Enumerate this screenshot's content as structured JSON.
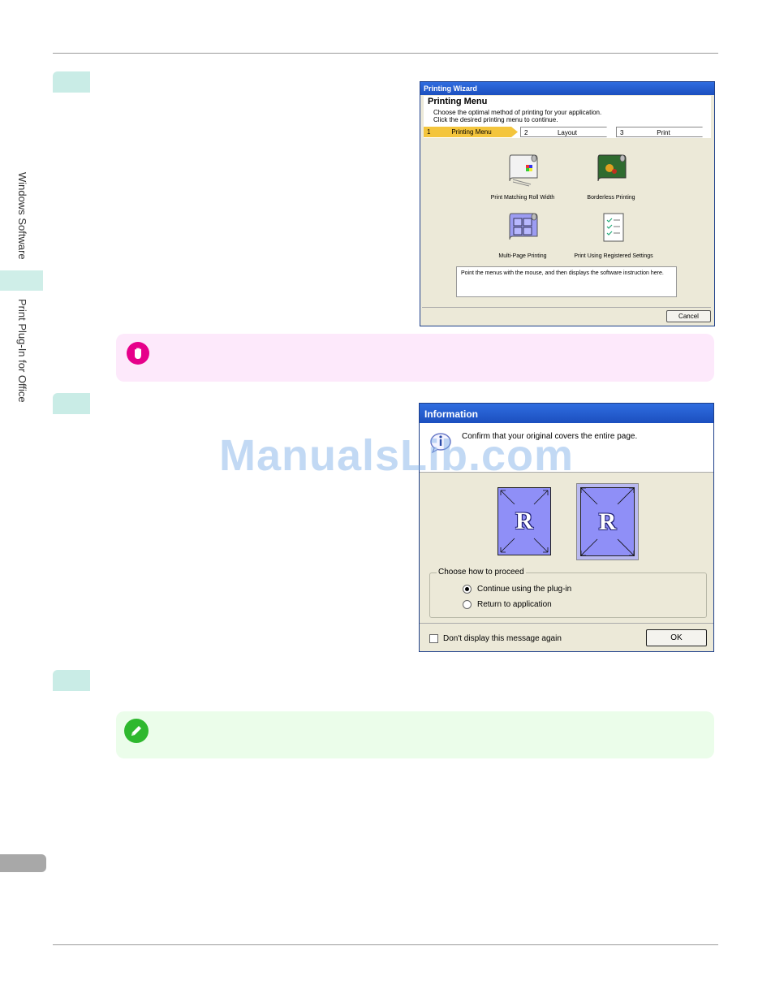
{
  "sidebar": {
    "section_windows": "Windows Software",
    "section_plugin": "Print Plug-In for Office"
  },
  "printing_wizard": {
    "window_title": "Printing Wizard",
    "heading": "Printing Menu",
    "desc_line1": "Choose the optimal method of printing for your application.",
    "desc_line2": "Click the desired printing menu to continue.",
    "steps": [
      {
        "num": "1",
        "label": "Printing Menu"
      },
      {
        "num": "2",
        "label": "Layout"
      },
      {
        "num": "3",
        "label": "Print"
      }
    ],
    "options": [
      {
        "label": "Print Matching Roll Width"
      },
      {
        "label": "Borderless Printing"
      },
      {
        "label": "Multi-Page Printing"
      },
      {
        "label": "Print Using Registered Settings"
      }
    ],
    "hint": "Point the menus with the mouse, and then displays the software instruction here.",
    "cancel_label": "Cancel"
  },
  "information_dialog": {
    "title": "Information",
    "message": "Confirm that your original covers the entire page.",
    "sheet_letter": "R",
    "group_label": "Choose how to proceed",
    "option_continue": "Continue using the plug-in",
    "option_return": "Return to application",
    "checkbox_label": "Don't display this message again",
    "ok_label": "OK"
  },
  "watermark": "ManualsLib.com",
  "colors": {
    "important": "#fde9fb",
    "note": "#ebfdea",
    "accent_tab": "#cfeee8"
  }
}
